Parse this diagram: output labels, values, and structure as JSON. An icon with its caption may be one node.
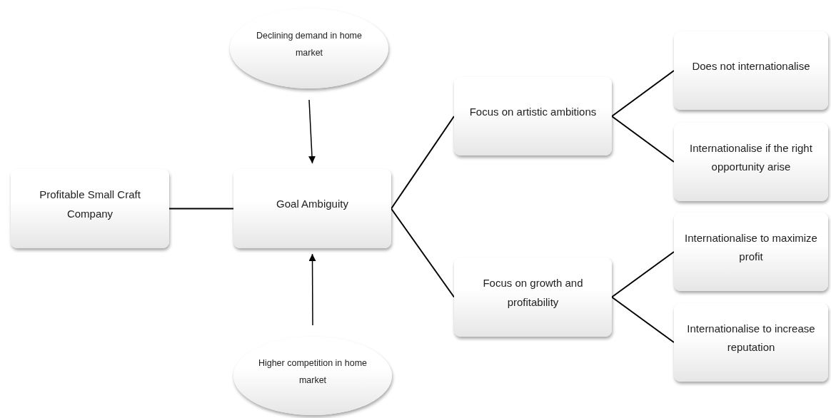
{
  "diagram": {
    "nodes": [
      {
        "text": [
          "Profitable Small Craft Company"
        ]
      },
      {
        "text": [
          "Goal Ambiguity"
        ]
      },
      {
        "text": [
          "Declining demand in home market"
        ]
      },
      {
        "text": [
          "Higher competition in home market"
        ]
      },
      {
        "text": [
          "Focus on artistic ambitions"
        ]
      },
      {
        "text": [
          "Focus on growth and profitability"
        ]
      },
      {
        "text": [
          "Does not internationalise"
        ]
      },
      {
        "text": [
          "Internationalise if the right opportunity arise"
        ]
      },
      {
        "text": [
          "Internationalise to maximize profit"
        ]
      },
      {
        "text": [
          "Internationalise to increase reputation"
        ]
      }
    ],
    "edges": [
      {
        "from": 0,
        "to": 1,
        "arrow": "none"
      },
      {
        "from": 2,
        "to": 1,
        "arrow": "to"
      },
      {
        "from": 3,
        "to": 1,
        "arrow": "to"
      },
      {
        "from": 1,
        "to": 4,
        "arrow": "none"
      },
      {
        "from": 1,
        "to": 5,
        "arrow": "none"
      },
      {
        "from": 4,
        "to": 6,
        "arrow": "none"
      },
      {
        "from": 4,
        "to": 7,
        "arrow": "none"
      },
      {
        "from": 5,
        "to": 8,
        "arrow": "none"
      },
      {
        "from": 5,
        "to": 9,
        "arrow": "none"
      }
    ]
  }
}
